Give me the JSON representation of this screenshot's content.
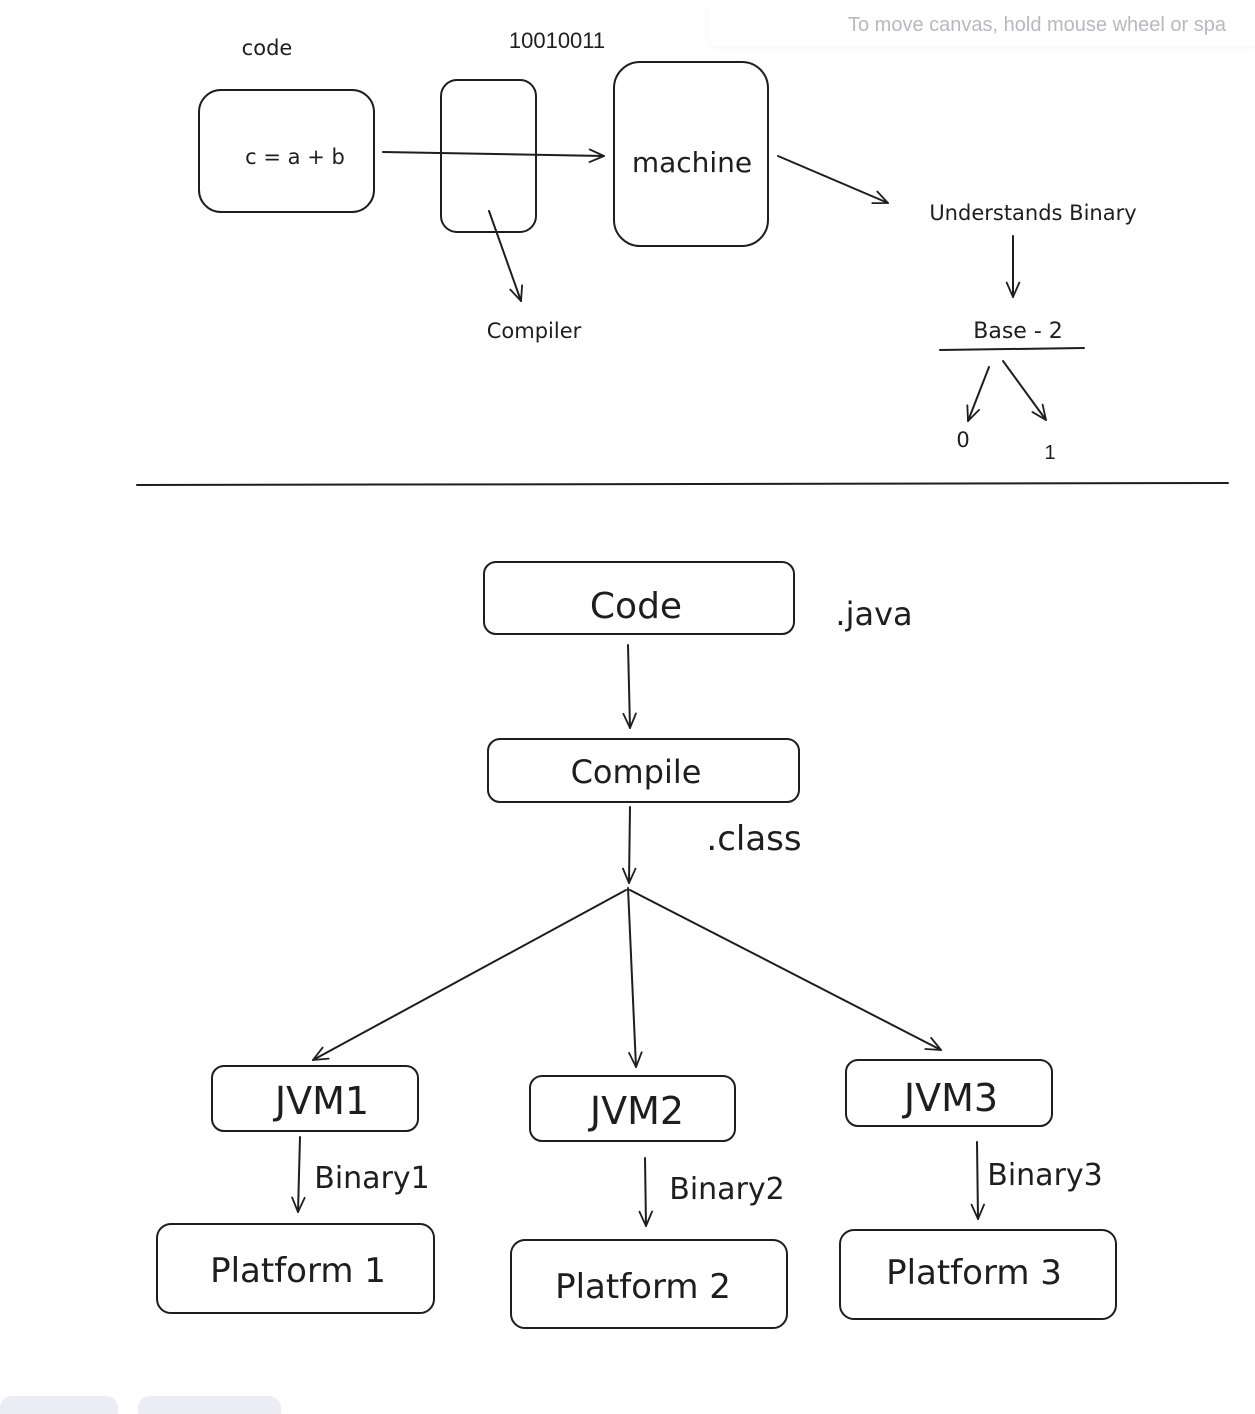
{
  "canvas_hint": "To move canvas, hold mouse wheel or spa",
  "top_diagram": {
    "code_label": "code",
    "binary_label": "10010011",
    "code_box_text": "c = a + b",
    "machine_box_text": "machine",
    "compiler_label": "Compiler",
    "understands_label": "Understands Binary",
    "base_label": "Base - 2",
    "digit_zero": "0",
    "digit_one": "1"
  },
  "bottom_diagram": {
    "code_box_text": "Code",
    "java_ext": ".java",
    "compile_box_text": "Compile",
    "class_ext": ".class",
    "jvm1": "JVM1",
    "jvm2": "JVM2",
    "jvm3": "JVM3",
    "binary1": "Binary1",
    "binary2": "Binary2",
    "binary3": "Binary3",
    "platform1": "Platform 1",
    "platform2": "Platform 2",
    "platform3": "Platform 3"
  },
  "colors": {
    "stroke": "#1e1e1e",
    "background": "#ffffff",
    "hint_text": "#b8b8c0",
    "footer_button": "#ececf4"
  }
}
